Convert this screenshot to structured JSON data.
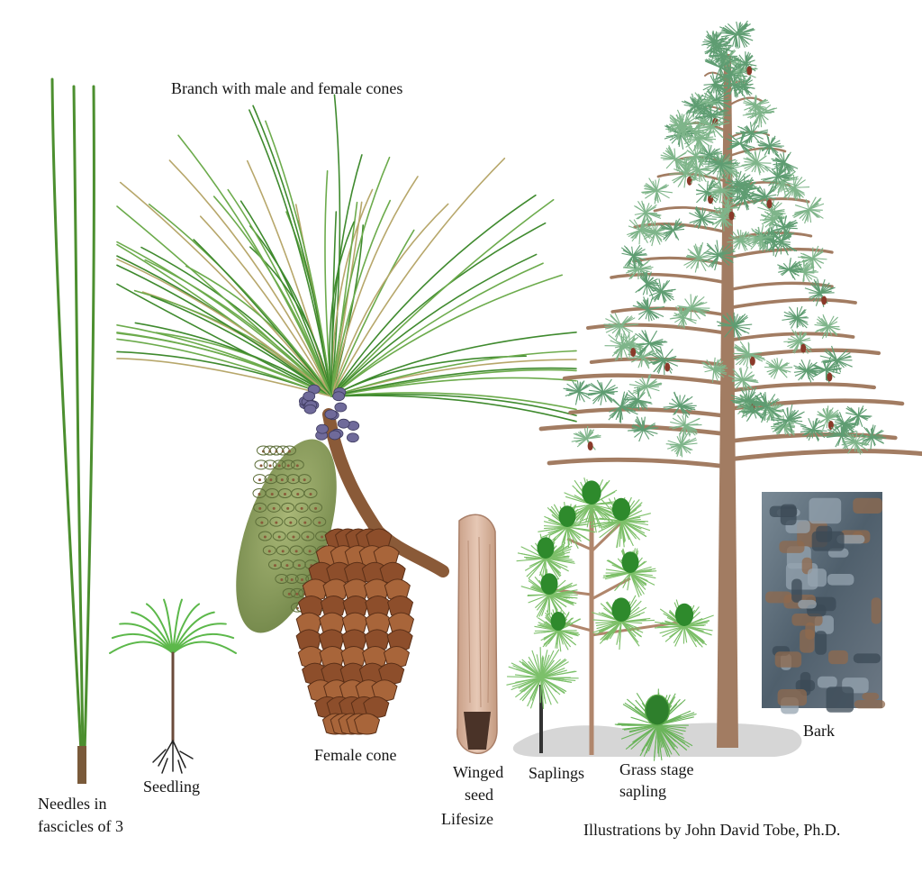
{
  "labels": {
    "branch": "Branch with male and female cones",
    "needles_line1": "Needles in",
    "needles_line2": "fascicles of 3",
    "seedling": "Seedling",
    "female_cone": "Female cone",
    "winged_line1": "Winged",
    "winged_line2": "seed",
    "lifesize": "Lifesize",
    "saplings": "Saplings",
    "grass_line1": "Grass stage",
    "grass_line2": "sapling",
    "bark": "Bark",
    "credit": "Illustrations by John David Tobe, Ph.D."
  },
  "colors": {
    "needle": "#3f8a2e",
    "needle_light": "#6cab4c",
    "needle_dry": "#b7a76b",
    "foliage": "#6fa67c",
    "foliage_dark": "#3d7a52",
    "trunk": "#a0785a",
    "cone_green": "#8c9c5c",
    "cone_brown": "#9a5a33",
    "male_cone": "#6f6a9a",
    "seed_wing": "#d7b49e",
    "bark": "#5a6a78",
    "shadow": "#d8d8d8"
  }
}
